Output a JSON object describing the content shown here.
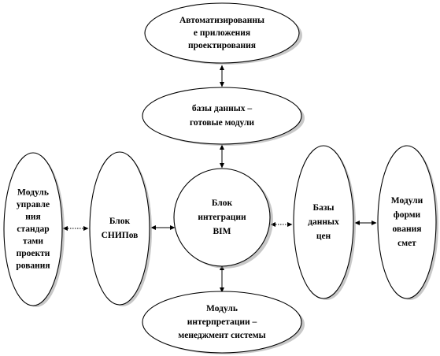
{
  "nodes": [
    {
      "id": "automation",
      "lines": [
        "Автоматизированны",
        "е приложения",
        "проектирования"
      ]
    },
    {
      "id": "databases",
      "lines": [
        "базы данных –",
        "готовые модули"
      ]
    },
    {
      "id": "standards",
      "lines": [
        "Модуль",
        "управле",
        "ния",
        "стандар",
        "тами",
        "проекти",
        "рования"
      ]
    },
    {
      "id": "snip",
      "lines": [
        "Блок",
        "СНИПов"
      ]
    },
    {
      "id": "bim",
      "lines": [
        "Блок",
        "интеграции",
        "BIM"
      ]
    },
    {
      "id": "prices",
      "lines": [
        "Базы",
        "данных",
        "цен"
      ]
    },
    {
      "id": "estimates",
      "lines": [
        "Модули",
        "форми",
        "ования",
        "смет"
      ]
    },
    {
      "id": "interpretation",
      "lines": [
        "Модуль",
        "интерпретации –",
        "менеджмент системы"
      ]
    }
  ],
  "connections": [
    {
      "from": "automation",
      "to": "databases",
      "style": "solid"
    },
    {
      "from": "databases",
      "to": "bim",
      "style": "solid"
    },
    {
      "from": "bim",
      "to": "interpretation",
      "style": "solid"
    },
    {
      "from": "standards",
      "to": "snip",
      "style": "dotted"
    },
    {
      "from": "snip",
      "to": "bim",
      "style": "solid"
    },
    {
      "from": "bim",
      "to": "prices",
      "style": "dotted"
    },
    {
      "from": "prices",
      "to": "estimates",
      "style": "solid"
    }
  ]
}
